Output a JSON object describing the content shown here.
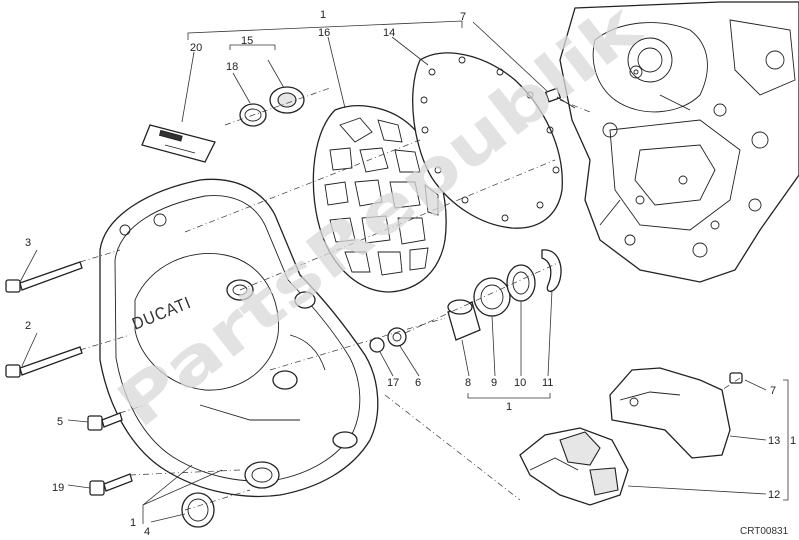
{
  "watermark": "PartsRepublik",
  "diagram_code": "CRT00831",
  "labels": {
    "n1_top": "1",
    "n1_mid": "1",
    "n1_bottom": "1",
    "n1_right": "1",
    "n2": "2",
    "n3": "3",
    "n4": "4",
    "n5": "5",
    "n6": "6",
    "n7_top": "7",
    "n7_right": "7",
    "n8": "8",
    "n9": "9",
    "n10": "10",
    "n11": "11",
    "n12": "12",
    "n13": "13",
    "n14": "14",
    "n15": "15",
    "n16": "16",
    "n17": "17",
    "n18": "18",
    "n19": "19",
    "n20": "20"
  },
  "cover_logo": "DUCATI"
}
